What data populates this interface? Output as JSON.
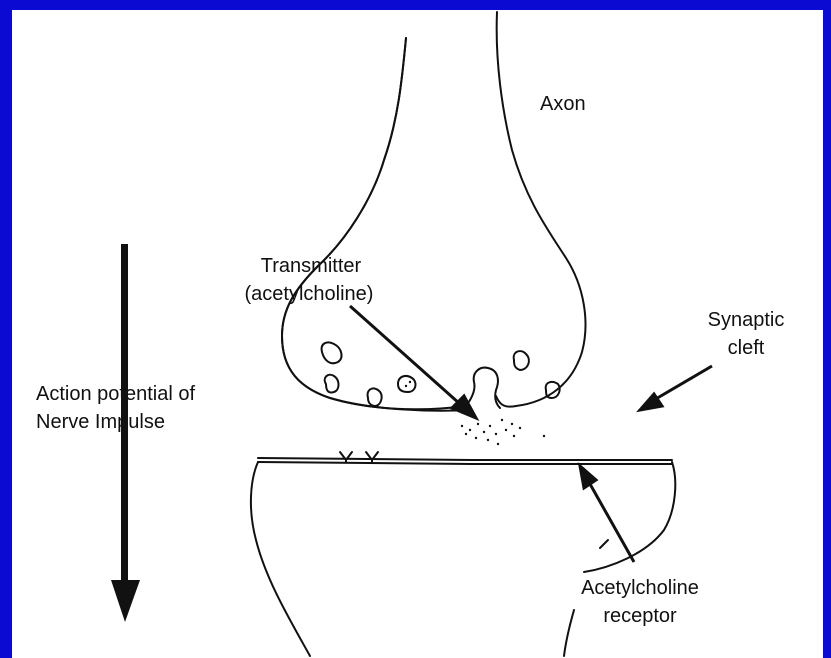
{
  "diagram": {
    "labels": {
      "axon": "Axon",
      "transmitter_line1": "Transmitter",
      "transmitter_line2": "(acetylcholine)",
      "synaptic_line1": "Synaptic",
      "synaptic_line2": "cleft",
      "action_line1": "Action potential of",
      "action_line2": "Nerve Impulse",
      "receptor_line1": "Acetylcholine",
      "receptor_line2": "receptor"
    },
    "colors": {
      "border": "#0a0ad2",
      "background": "#ffffff",
      "ink": "#111111"
    }
  }
}
